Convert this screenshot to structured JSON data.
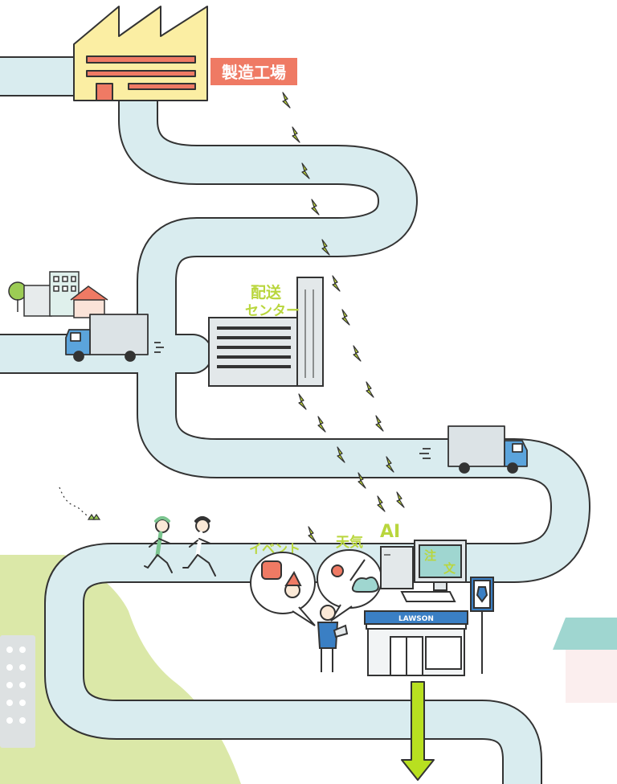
{
  "labels": {
    "factory": "製造工場",
    "distribution_center_line1": "配送",
    "distribution_center_line2": "センター",
    "event": "イベント",
    "weather": "天気",
    "ai": "AI",
    "order_line1": "注",
    "order_line2": "文",
    "store_name": "LAWSON"
  },
  "colors": {
    "road": "#d9ecef",
    "outline": "#333333",
    "factory": "#fbeea3",
    "factory_label_bg": "#ef7a64",
    "lightning": "#c3dc35",
    "label_green": "#b9d63d",
    "truck_cab": "#5ba4dc",
    "truck_box": "#dce3e6",
    "grass": "#dbe8a8",
    "store_blue": "#3a7fc4",
    "arrow": "#b8e020"
  }
}
